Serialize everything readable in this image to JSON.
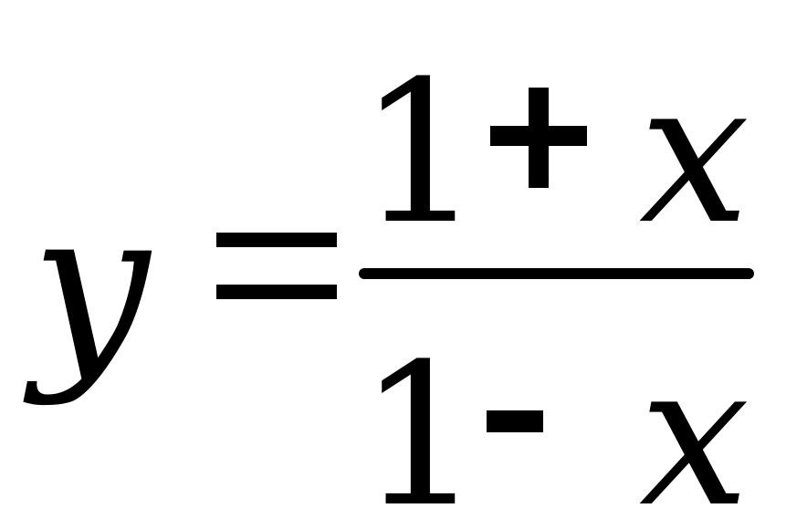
{
  "equation": {
    "lhs": "y",
    "operator": "=",
    "numerator": {
      "constant": "1",
      "operator": "+",
      "variable": "x"
    },
    "denominator": {
      "constant": "1",
      "operator": "-",
      "variable": "x"
    }
  }
}
